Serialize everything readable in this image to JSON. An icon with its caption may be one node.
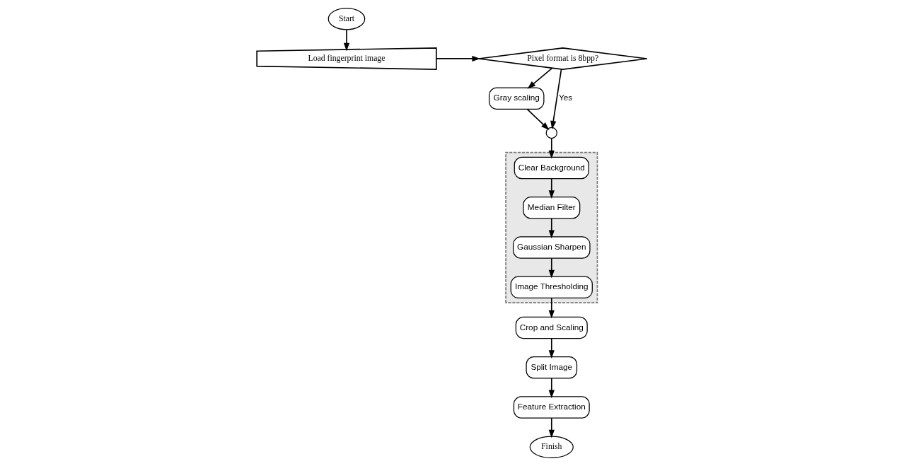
{
  "diagram": {
    "nodes": [
      {
        "text": [
          "Start"
        ]
      },
      {
        "text": [
          "Load fingerprint image"
        ]
      },
      {
        "text": [
          "Pixel format is 8bpp?"
        ]
      },
      {
        "text": [
          "Gray scaling"
        ]
      },
      {
        "text": [],
        "shape": "circle"
      },
      {
        "text": [],
        "shape": "box"
      },
      {
        "text": [
          "Clear Background"
        ],
        "in": 5
      },
      {
        "text": [
          "Median Filter"
        ],
        "in": 5
      },
      {
        "text": [
          "Gaussian Sharpen"
        ],
        "in": 5
      },
      {
        "text": [
          "Image Thresholding"
        ],
        "in": 5
      },
      {
        "text": [
          "Crop and Scaling"
        ]
      },
      {
        "text": [
          "Split Image"
        ]
      },
      {
        "text": [
          "Feature Extraction"
        ]
      },
      {
        "text": [
          "Finish"
        ]
      }
    ],
    "edges": [
      {
        "from": 0,
        "to": 1,
        "arrow": "to"
      },
      {
        "from": 1,
        "to": 2,
        "arrow": "to"
      },
      {
        "from": 2,
        "to": 4,
        "arrow": "to",
        "label": "Yes"
      },
      {
        "from": 2,
        "to": 3,
        "arrow": "to"
      },
      {
        "from": 3,
        "to": 4,
        "arrow": "to"
      },
      {
        "from": 4,
        "to": 6,
        "arrow": "to"
      },
      {
        "from": 6,
        "to": 7,
        "arrow": "to"
      },
      {
        "from": 7,
        "to": 8,
        "arrow": "to"
      },
      {
        "from": 8,
        "to": 9,
        "arrow": "to"
      },
      {
        "from": 9,
        "to": 10,
        "arrow": "to"
      },
      {
        "from": 10,
        "to": 11,
        "arrow": "to"
      },
      {
        "from": 11,
        "to": 12,
        "arrow": "to"
      },
      {
        "from": 12,
        "to": 13,
        "arrow": "to"
      }
    ]
  }
}
